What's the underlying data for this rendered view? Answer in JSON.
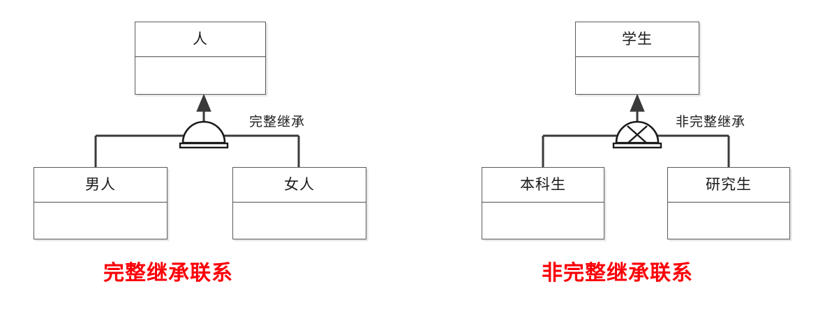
{
  "diagram": {
    "type": "uml-generalization",
    "stroke_color": "#4d4d4d",
    "caption_color": "#fb0007",
    "panels": [
      {
        "id": "complete-inheritance",
        "superclass": {
          "name": "人"
        },
        "subclasses": [
          {
            "name": "男人"
          },
          {
            "name": "女人"
          }
        ],
        "relationship_label": "完整继承",
        "symbol": "dome-complete",
        "caption": "完整继承联系"
      },
      {
        "id": "incomplete-inheritance",
        "superclass": {
          "name": "学生"
        },
        "subclasses": [
          {
            "name": "本科生"
          },
          {
            "name": "研究生"
          }
        ],
        "relationship_label": "非完整继承",
        "symbol": "dome-incomplete-x",
        "caption": "非完整继承联系"
      }
    ]
  }
}
